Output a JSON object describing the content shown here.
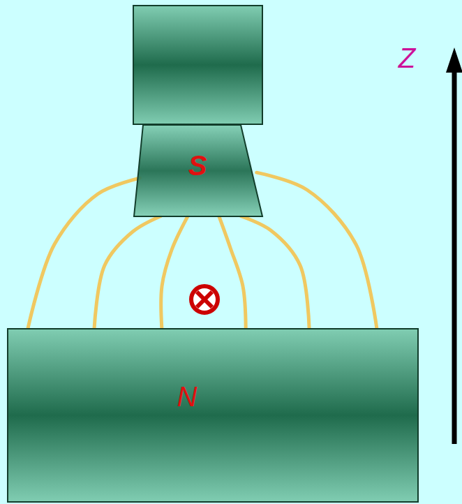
{
  "diagram": {
    "nodes": [
      {
        "text": [
          "S"
        ]
      },
      {
        "text": [
          "N"
        ]
      }
    ],
    "edges": [
      {
        "from": 1,
        "to": 0,
        "arrow": "none"
      },
      {
        "from": 1,
        "to": 0,
        "arrow": "none"
      },
      {
        "from": 1,
        "to": 0,
        "arrow": "none"
      },
      {
        "from": 1,
        "to": 0,
        "arrow": "none"
      },
      {
        "from": 1,
        "to": 0,
        "arrow": "none"
      },
      {
        "from": 1,
        "to": 0,
        "arrow": "none"
      }
    ],
    "labels": [
      "Z"
    ]
  }
}
